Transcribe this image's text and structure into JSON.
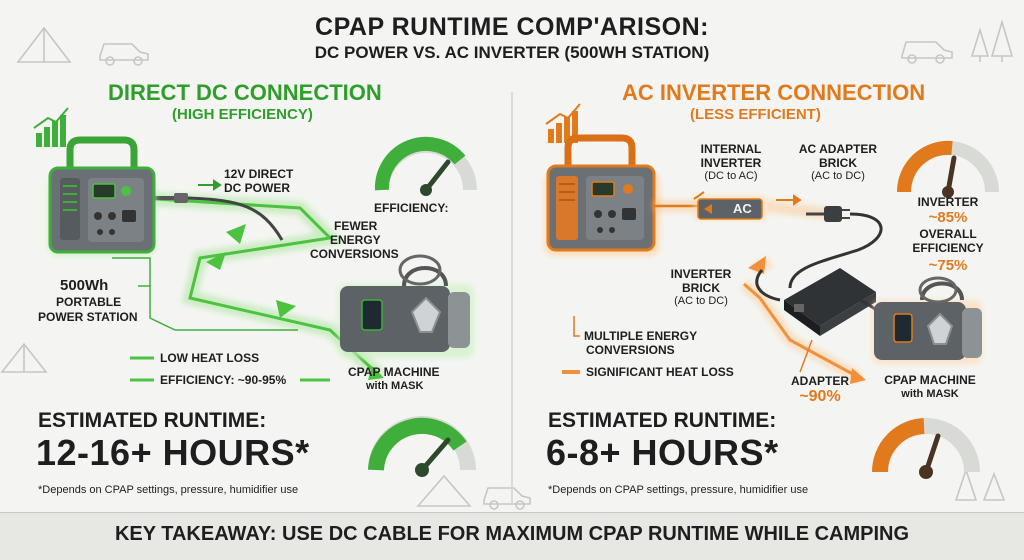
{
  "header": {
    "title": "CPAP RUNTIME COMP'ARISON:",
    "subtitle": "DC POWER VS. AC INVERTER (500WH STATION)"
  },
  "dc": {
    "heading": "DIRECT DC CONNECTION",
    "subheading": "(HIGH EFFICIENCY)",
    "direct_line1": "12V DIRECT",
    "direct_line2": "DC POWER",
    "efficiency_label": "EFFICIENCY:",
    "fewer_line1": "FEWER",
    "fewer_line2": "ENERGY",
    "fewer_line3": "CONVERSIONS",
    "station_line1": "500Wh",
    "station_line2": "PORTABLE",
    "station_line3": "POWER STATION",
    "legend_heat": "LOW HEAT LOSS",
    "legend_eff": "EFFICIENCY: ~90-95%",
    "cpap_line1": "CPAP MACHINE",
    "cpap_line2": "with MASK",
    "runtime_label": "ESTIMATED RUNTIME:",
    "runtime_value": "12-16+ HOURS*",
    "footnote": "*Depends on CPAP settings, pressure, humidifier use"
  },
  "ac": {
    "heading": "AC INVERTER CONNECTION",
    "subheading": "(LESS EFFICIENT)",
    "internal_line1": "INTERNAL",
    "internal_line2": "INVERTER",
    "internal_line3": "(DC to AC)",
    "adapter_line1": "AC ADAPTER",
    "adapter_line2": "BRICK",
    "adapter_line3": "(AC to DC)",
    "inverter_box_label": "AC",
    "inv_eff_line1": "INVERTER",
    "inv_eff_line2": "~85%",
    "overall_line1": "OVERALL",
    "overall_line2": "EFFICIENCY",
    "overall_line3": "~75%",
    "brick_line1": "INVERTER",
    "brick_line2": "BRICK",
    "brick_line3": "(AC to DC)",
    "multi_line1": "MULTIPLE ENERGY",
    "multi_line2": "CONVERSIONS",
    "legend_heat": "SIGNIFICANT HEAT LOSS",
    "adapter_eff_line1": "ADAPTER",
    "adapter_eff_line2": "~90%",
    "cpap_line1": "CPAP MACHINE",
    "cpap_line2": "with MASK",
    "runtime_label": "ESTIMATED RUNTIME:",
    "runtime_value": "6-8+ HOURS*",
    "footnote": "*Depends on CPAP settings, pressure, humidifier use"
  },
  "footer": {
    "takeaway": "KEY TAKEAWAY: USE DC CABLE FOR MAXIMUM CPAP RUNTIME WHILE CAMPING"
  },
  "colors": {
    "green": "#2f9e2c",
    "orange": "#e07a1c",
    "device_gray": "#5d6266"
  },
  "icons": [
    "tent-icon",
    "car-icon",
    "tree-icon",
    "growth-chart-icon",
    "gauge-icon",
    "power-station-icon",
    "cpap-machine-icon",
    "inverter-icon",
    "power-plug-icon",
    "adapter-brick-icon"
  ]
}
